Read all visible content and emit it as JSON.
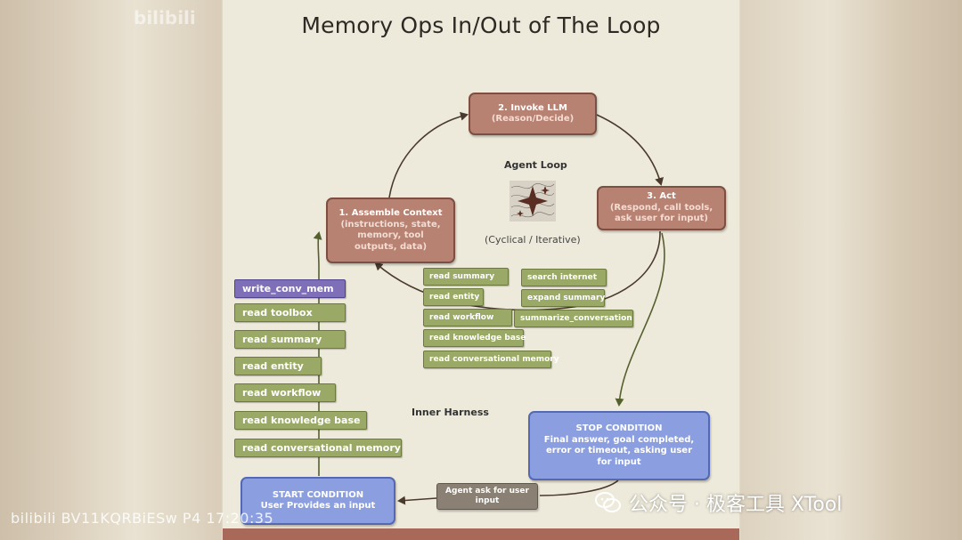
{
  "title": "Memory Ops In/Out of The Loop",
  "nodes": {
    "invoke": {
      "title": "2. Invoke LLM",
      "sub": "(Reason/Decide)"
    },
    "act": {
      "title": "3. Act",
      "sub": "(Respond, call tools, ask user for input)"
    },
    "assemble": {
      "title": "1. Assemble Context",
      "sub": "(instructions, state, memory, tool outputs, data)"
    },
    "stop": {
      "title": "STOP CONDITION",
      "sub": "Final answer, goal completed, error or timeout, asking user for input"
    },
    "start": {
      "title": "START CONDITION",
      "sub": "User Provides an input"
    },
    "ask": {
      "label": "Agent ask for user input"
    }
  },
  "labels": {
    "agent_loop": "Agent Loop",
    "cyclical": "(Cyclical / Iterative)",
    "inner_harness": "Inner Harness"
  },
  "left_stack": [
    "write_conv_mem",
    "read toolbox",
    "read summary",
    "read entity",
    "read workflow",
    "read knowledge base",
    "read conversational memory"
  ],
  "inner_left": [
    "read summary",
    "read entity",
    "read workflow",
    "read knowledge base",
    "read conversational memory"
  ],
  "inner_right": [
    "search internet",
    "expand summary",
    "summarize_conversation"
  ],
  "watermarks": {
    "top_left": "bilibili",
    "bottom_left": "bilibili BV11KQRBiESw P4 17:20:35",
    "bottom_right": "公众号 · 极客工具 XTool"
  },
  "colors": {
    "brown": "#b88273",
    "blue": "#8b9fe0",
    "olive": "#9aaa66",
    "purple": "#7f6fb8",
    "grey": "#8a8073"
  }
}
